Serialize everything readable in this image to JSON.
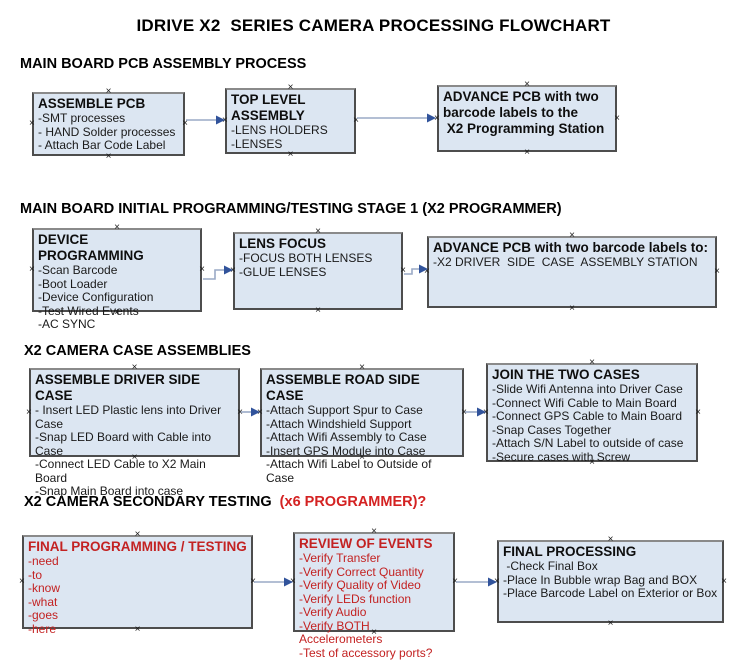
{
  "title": "IDRIVE X2  SERIES CAMERA PROCESSING FLOWCHART",
  "icons": {
    "anchor_glyph": "×",
    "arrow_glyph": "▶"
  },
  "colors": {
    "box_fill": "#dce6f2",
    "box_border": "#4d4d4d",
    "red_text": "#c32222",
    "connector_line": "#9aaac6",
    "connector_arrow": "#31539b"
  },
  "sections": [
    {
      "header": "MAIN BOARD PCB ASSEMBLY PROCESS",
      "header_red": "",
      "boxes": [
        {
          "title": "ASSEMBLE PCB",
          "lines": [
            "-SMT processes",
            "- HAND Solder processes",
            "- Attach Bar Code Label"
          ]
        },
        {
          "title": "TOP LEVEL ASSEMBLY",
          "lines": [
            "-LENS HOLDERS",
            "-LENSES"
          ]
        },
        {
          "title": "ADVANCE PCB with two\nbarcode labels to the\n X2 Programming Station",
          "lines": []
        }
      ]
    },
    {
      "header": "MAIN BOARD INITIAL PROGRAMMING/TESTING STAGE 1 (X2 PROGRAMMER)",
      "header_red": "",
      "boxes": [
        {
          "title": "DEVICE PROGRAMMING",
          "lines": [
            "-Scan Barcode",
            "-Boot Loader",
            "-Device Configuration",
            "-Test Wired Events",
            "-AC SYNC"
          ]
        },
        {
          "title": "LENS FOCUS",
          "lines": [
            "-FOCUS BOTH LENSES",
            "-GLUE LENSES"
          ]
        },
        {
          "title": "ADVANCE PCB with two barcode labels to:",
          "lines": [
            "-X2 DRIVER  SIDE  CASE  ASSEMBLY STATION"
          ]
        }
      ]
    },
    {
      "header": "X2 CAMERA CASE ASSEMBLIES",
      "header_red": "",
      "boxes": [
        {
          "title": "ASSEMBLE DRIVER SIDE CASE",
          "lines": [
            "- Insert LED Plastic lens into Driver Case",
            "-Snap LED Board with Cable into Case",
            "-Connect LED Cable to X2 Main Board",
            "-Snap Main Board into case"
          ]
        },
        {
          "title": "ASSEMBLE ROAD SIDE CASE",
          "lines": [
            "-Attach Support Spur to Case",
            "-Attach Windshield Support",
            "-Attach Wifi Assembly to Case",
            "-Insert GPS Module into Case",
            "-Attach Wifi Label to Outside of Case"
          ]
        },
        {
          "title": "JOIN THE TWO CASES",
          "lines": [
            "-Slide Wifi Antenna into Driver Case",
            "-Connect Wifi Cable to Main Board",
            "-Connect GPS Cable to Main Board",
            "-Snap Cases Together",
            "-Attach S/N Label to outside of case",
            "-Secure cases with Screw"
          ]
        }
      ]
    },
    {
      "header": "X2 CAMERA SECONDARY TESTING  ",
      "header_red": "(x6 PROGRAMMER)?",
      "boxes": [
        {
          "title": "FINAL PROGRAMMING / TESTING",
          "lines": [
            "-need",
            "-to",
            "-know",
            "-what",
            "-goes",
            "-here"
          ]
        },
        {
          "title": "REVIEW OF EVENTS",
          "lines": [
            "-Verify Transfer",
            "-Verify Correct Quantity",
            "-Verify Quality of Video",
            "-Verify LEDs function",
            "-Verify Audio",
            "-Verify BOTH Accelerometers",
            "-Test of accessory ports?"
          ]
        },
        {
          "title": "FINAL PROCESSING",
          "lines": [
            " -Check Final Box",
            "-Place In Bubble wrap Bag and BOX",
            "-Place Barcode Label on Exterior or Box"
          ]
        }
      ]
    }
  ]
}
